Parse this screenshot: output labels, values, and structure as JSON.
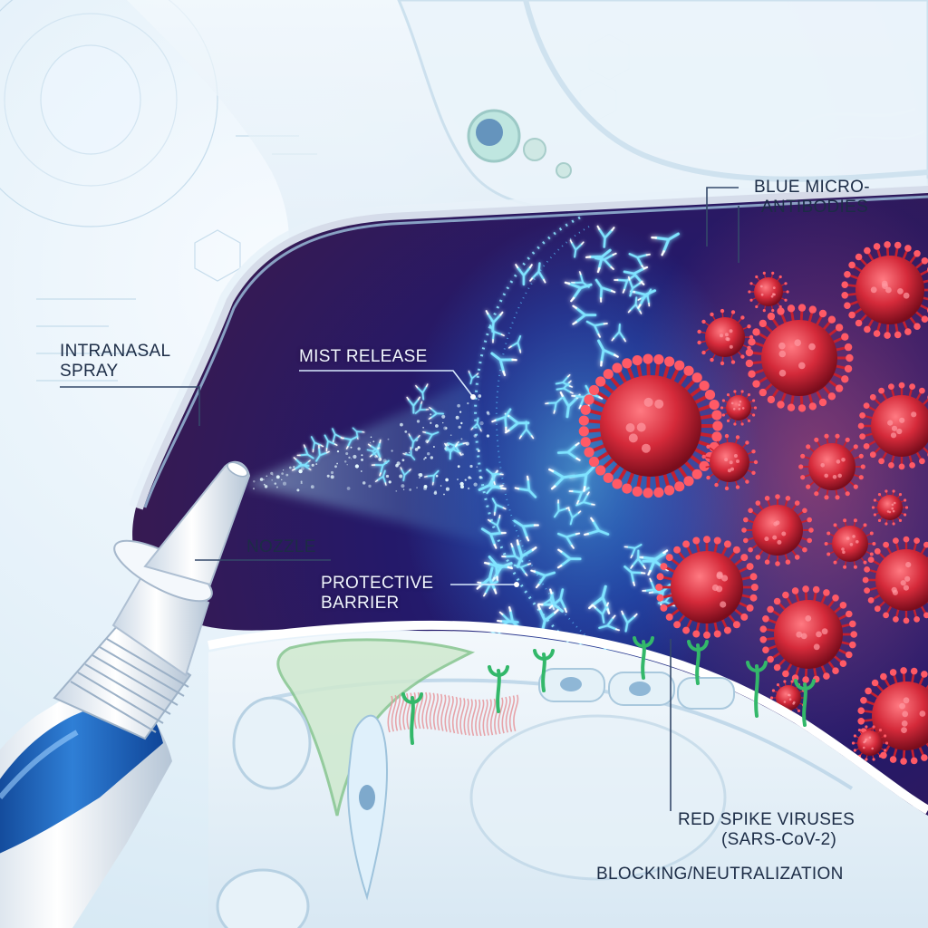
{
  "labels": {
    "intranasal_spray": [
      "INTRANASAL",
      "SPRAY"
    ],
    "mist_release": "MIST RELEASE",
    "nozzle": "NOZZLE",
    "protective_barrier": [
      "PROTECTIVE",
      "BARRIER"
    ],
    "blue_micro_antibodies": [
      "BLUE MICRO-",
      "ANTIBODIES"
    ],
    "red_spike_viruses": [
      "RED SPIKE VIRUSES",
      "(SARS-CoV-2)"
    ],
    "blocking_neutralization": "BLOCKING/NEUTRALIZATION"
  },
  "colors": {
    "background": "#e9f4fb",
    "cavity": "#2a1a5e",
    "antibody": "#7fe3ff",
    "virus": "#d52a3a",
    "receptor": "#33b86a",
    "bottle": "#1f5fb0",
    "label_dark": "#1c2c46",
    "label_light": "#f2f7ff"
  },
  "icons": [
    "nasal-spray-bottle-icon",
    "antibody-icon",
    "virus-icon",
    "receptor-icon",
    "cilia-icon",
    "cell-icon"
  ]
}
